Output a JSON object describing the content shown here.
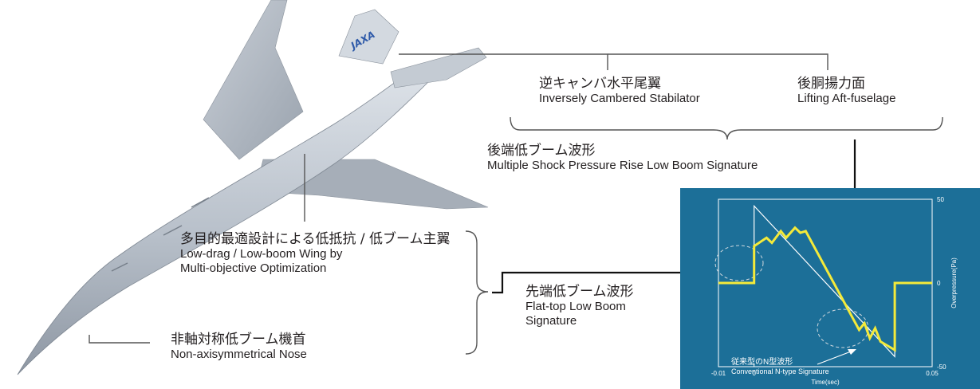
{
  "aircraft": {
    "tail_logo": "JAXA"
  },
  "labels": {
    "stabilator": {
      "ja": "逆キャンバ水平尾翼",
      "en": "Inversely Cambered Stabilator"
    },
    "aft_fuselage": {
      "ja": "後胴揚力面",
      "en": "Lifting Aft-fuselage"
    },
    "aft_signature": {
      "ja": "後端低ブーム波形",
      "en": "Multiple Shock Pressure Rise Low Boom Signature"
    },
    "wing": {
      "ja": "多目的最適設計による低抵抗 / 低ブーム主翼",
      "en1": "Low-drag / Low-boom Wing by",
      "en2": "Multi-objective Optimization"
    },
    "fore_signature": {
      "ja": "先端低ブーム波形",
      "en1": "Flat-top Low Boom",
      "en2": "Signature"
    },
    "nose": {
      "ja": "非軸対称低ブーム機首",
      "en": "Non-axisymmetrical Nose"
    }
  },
  "colors": {
    "chart_bg": "#1c6f98",
    "low_boom_line": "#f4ea3a",
    "n_wave_line": "#ffffff",
    "leader_line": "#555555"
  },
  "chart_data": {
    "type": "line",
    "xlabel": "Time(sec)",
    "ylabel": "Overpressure(Pa)",
    "xlim": [
      -0.01,
      0.05
    ],
    "ylim": [
      -50,
      50
    ],
    "x_ticks": [
      "-0.01",
      "0",
      "0.05"
    ],
    "y_ticks": [
      "50",
      "0",
      "-50"
    ],
    "annotation_ja": "従来型のN型波形",
    "annotation_en": "Conventional N-type Signature",
    "series": [
      {
        "x": [
          -0.01,
          0.0,
          0.0,
          0.0035,
          0.005,
          0.0075,
          0.009,
          0.0115,
          0.013,
          0.0145,
          0.0295,
          0.031,
          0.0325,
          0.034,
          0.0355,
          0.0395,
          0.0395,
          0.0415,
          0.0415,
          0.05
        ],
        "y": [
          0,
          0,
          22,
          27,
          24,
          31,
          27,
          33,
          30,
          31,
          -28,
          -24,
          -33,
          -27,
          -35,
          -40,
          0,
          0,
          0,
          0
        ]
      },
      {
        "x": [
          -0.01,
          0.0,
          0.0,
          0.0395,
          0.0395,
          0.05
        ],
        "y": [
          0,
          0,
          46,
          -44,
          0,
          0
        ]
      }
    ]
  }
}
